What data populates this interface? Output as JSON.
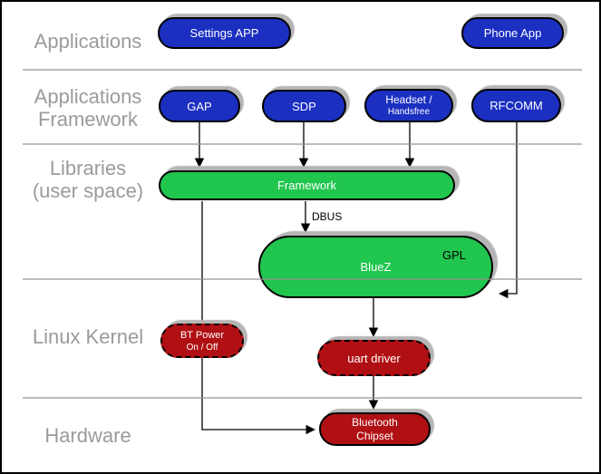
{
  "diagram": {
    "title_context": "Bluetooth software stack layers",
    "rows": {
      "applications": {
        "label": "Applications"
      },
      "applications_framework": {
        "label_line1": "Applications",
        "label_line2": "Framework"
      },
      "libraries": {
        "label_line1": "Libraries",
        "label_line2": "(user space)"
      },
      "linux_kernel": {
        "label": "Linux Kernel"
      },
      "hardware": {
        "label": "Hardware"
      }
    },
    "nodes": {
      "settings_app": {
        "label": "Settings APP"
      },
      "phone_app": {
        "label": "Phone App"
      },
      "gap": {
        "label": "GAP"
      },
      "sdp": {
        "label": "SDP"
      },
      "headset": {
        "label_line1": "Headset /",
        "label_line2": "Handsfree"
      },
      "rfcomm": {
        "label": "RFCOMM"
      },
      "framework": {
        "label": "Framework"
      },
      "bluez": {
        "label": "BlueZ",
        "license_tag": "GPL"
      },
      "bt_power": {
        "label_line1": "BT Power",
        "label_line2": "On / Off"
      },
      "uart_driver": {
        "label": "uart driver"
      },
      "bluetooth_chipset": {
        "label_line1": "Bluetooth",
        "label_line2": "Chipset"
      }
    },
    "edges": {
      "dbus_label": "DBUS"
    },
    "colors": {
      "application_node": "#1b2fc1",
      "userspace_node": "#21c64f",
      "kernel_node": "#b01013",
      "row_label": "#9b9b9b",
      "separator": "#949494",
      "connector": "#000000"
    }
  }
}
